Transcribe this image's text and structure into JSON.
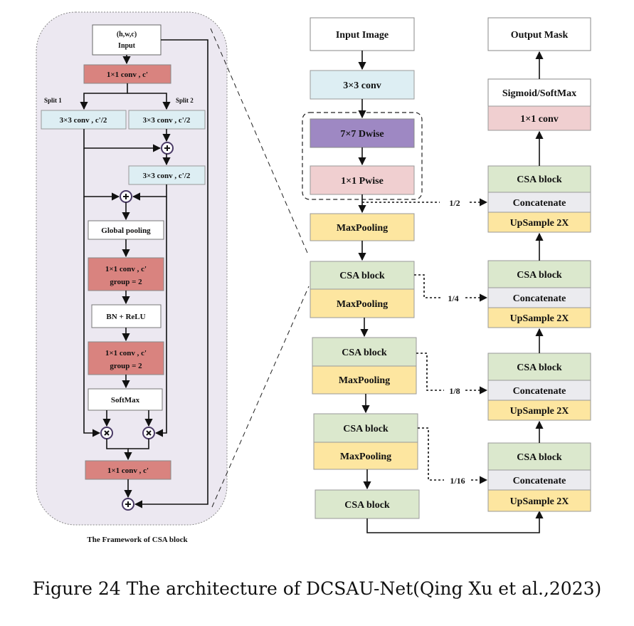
{
  "caption": "Figure 24 The architecture of DCSAU-Net(Qing Xu et al.,2023)",
  "csa_frame": {
    "title": "The Framework of CSA block",
    "input_shape": "(h,w,c)",
    "input_label": "Input",
    "conv_in": "1×1 conv , c'",
    "split1_label": "Split 1",
    "split2_label": "Split 2",
    "conv_split1": "3×3 conv , c'/2",
    "conv_split2": "3×3 conv , c'/2",
    "conv_merge": "3×3 conv , c'/2",
    "global_pooling": "Global pooling",
    "group_conv_a_line1": "1×1 conv , c'",
    "group_conv_a_line2": "group = 2",
    "bn_relu": "BN + ReLU",
    "group_conv_b_line1": "1×1 conv , c'",
    "group_conv_b_line2": "group = 2",
    "softmax": "SoftMax",
    "conv_out": "1×1 conv , c'"
  },
  "encoder": {
    "input_image": "Input Image",
    "conv3": "3×3 conv",
    "dwise": "7×7 Dwise",
    "pwise": "1×1 Pwise",
    "maxpool_0": "MaxPooling",
    "csa_1": "CSA block",
    "maxpool_1": "MaxPooling",
    "csa_2": "CSA block",
    "maxpool_2": "MaxPooling",
    "csa_3": "CSA block",
    "maxpool_3": "MaxPooling",
    "csa_bottom": "CSA block"
  },
  "decoder": {
    "output_mask": "Output Mask",
    "sigmoid": "Sigmoid/SoftMax",
    "final_conv": "1×1 conv",
    "stages": [
      {
        "csa": "CSA block",
        "concat": "Concatenate",
        "upsample": "UpSample 2X",
        "scale": "1/2"
      },
      {
        "csa": "CSA block",
        "concat": "Concatenate",
        "upsample": "UpSample 2X",
        "scale": "1/4"
      },
      {
        "csa": "CSA block",
        "concat": "Concatenate",
        "upsample": "UpSample 2X",
        "scale": "1/8"
      },
      {
        "csa": "CSA block",
        "concat": "Concatenate",
        "upsample": "UpSample 2X",
        "scale": "1/16"
      }
    ]
  },
  "colors": {
    "frame_bg": "#ece8f1",
    "conv_red": "#d9837f",
    "conv_blue": "#ddeef3",
    "green": "#dbe8cd",
    "yellow": "#fde6a0",
    "purple": "#9e88c3",
    "pink": "#f0cfd0",
    "gray": "#ebebef"
  }
}
